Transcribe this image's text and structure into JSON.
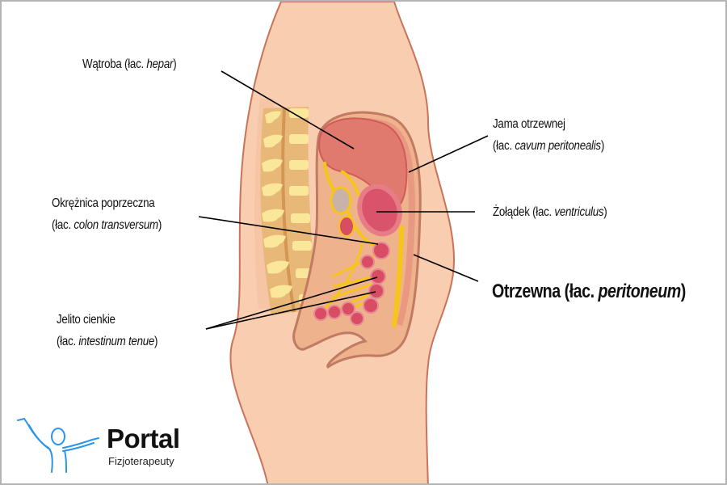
{
  "diagram": {
    "type": "anatomical-illustration",
    "subject": "Sagittal section of the abdomen showing the peritoneum",
    "colors": {
      "skin": "#f8cdb0",
      "skin_outline": "#c8735a",
      "spine_dark": "#e2a85a",
      "spine_light": "#fbe79a",
      "peritoneum_fill": "#eeb28c",
      "liver": "#e07a6e",
      "stomach": "#d9536a",
      "mesentery": "#f6c51c",
      "intestine": "#d84d63",
      "leader_line": "#000000",
      "frame_border": "#b4b4b4",
      "logo_blue": "#2b95e8"
    },
    "labels": [
      {
        "id": "liver",
        "name": "Wątroba",
        "latin_prefix": "(łac. ",
        "latin": "hepar",
        "suffix": ")"
      },
      {
        "id": "peritoneal_cavity",
        "name": "Jama otrzewnej",
        "latin_prefix": "(łac. ",
        "latin": "cavum peritonealis",
        "suffix": ")"
      },
      {
        "id": "transverse_colon",
        "name": "Okrężnica poprzeczna",
        "latin_prefix": "(łac. ",
        "latin": "colon transversum",
        "suffix": ")"
      },
      {
        "id": "stomach",
        "name": "Żołądek",
        "latin_prefix": "(łac. ",
        "latin": "ventriculus",
        "suffix": ")"
      },
      {
        "id": "peritoneum",
        "name": "Otrzewna",
        "latin_prefix": "(łac. ",
        "latin": "peritoneum",
        "suffix": ")"
      },
      {
        "id": "small_intestine",
        "name": "Jelito cienkie",
        "latin_prefix": "(łac. ",
        "latin": "intestinum tenue",
        "suffix": ")"
      }
    ]
  },
  "logo": {
    "title": "Portal",
    "subtitle": "Fizjoterapeuty",
    "icon": "person-arms-raised-icon"
  }
}
